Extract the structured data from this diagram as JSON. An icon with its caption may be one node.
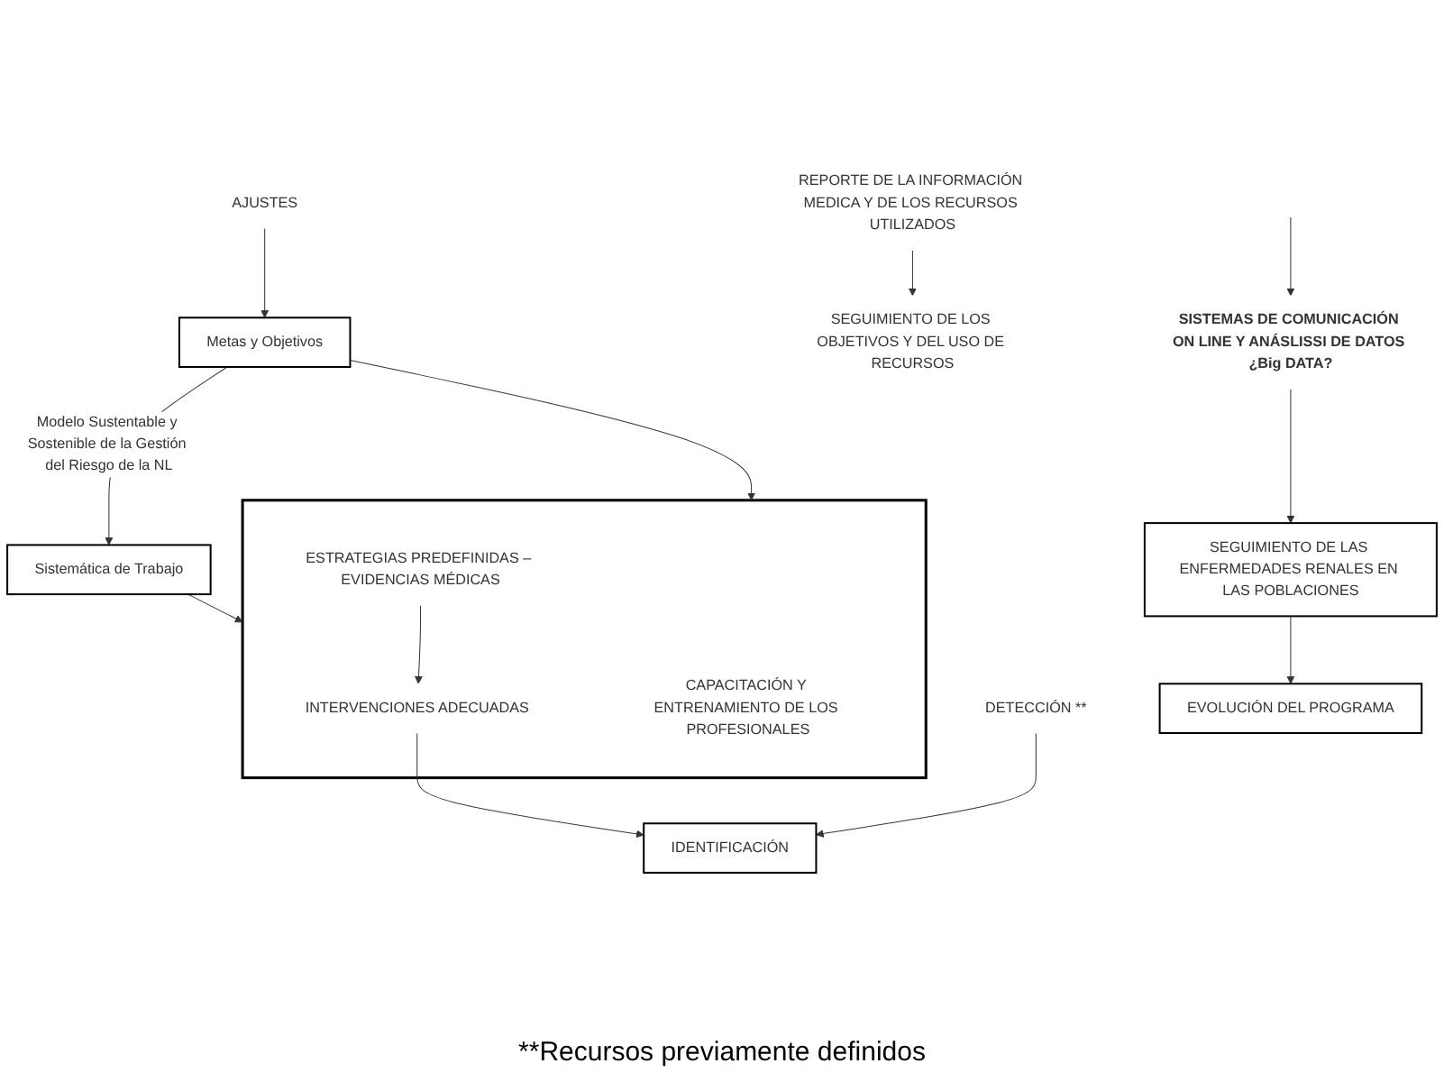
{
  "diagram": {
    "nodes": [
      {
        "text": [
          "Metas y Objetivos"
        ]
      },
      {
        "text": [
          "Sistemática de Trabajo"
        ]
      },
      {
        "text": [
          "DETECCIÓN **"
        ]
      },
      {
        "text": [
          "IDENTIFICACIÓN"
        ]
      },
      {
        "text": [],
        "shape": "box"
      },
      {
        "text": [
          "INTERVENCIONES ADECUADAS"
        ],
        "in": 4
      },
      {
        "text": [
          "ESTRATEGIAS PREDEFINIDAS – EVIDENCIAS MÉDICAS"
        ],
        "in": 4
      },
      {
        "text": [
          "CAPACITACIÓN Y ENTRENAMIENTO DE LOS PROFESIONALES"
        ],
        "in": 4
      },
      {
        "text": [
          "REPORTE DE LA INFORMACIÓN MEDICA Y DE LOS RECURSOS UTILIZADOS"
        ]
      },
      {
        "text": [
          "SEGUIMIENTO DE LOS OBJETIVOS Y DEL USO DE RECURSOS"
        ]
      },
      {
        "text": [
          "SISTEMAS DE COMUNICACIÓN ON LINE Y ANÁSLISSI DE DATOS ¿Big DATA?"
        ]
      },
      {
        "text": [
          "SEGUIMIENTO DE LAS ENFERMEDADES RENALES EN LAS POBLACIONES"
        ]
      },
      {
        "text": [
          "EVOLUCIÓN DEL PROGRAMA"
        ]
      },
      {
        "text": [
          "AJUSTES"
        ]
      }
    ],
    "edges": [
      {
        "from": 0,
        "to": 1,
        "arrow": "to",
        "label": "Modelo Sustentable y Sostenible de la Gestión del Riesgo de la NL"
      },
      {
        "from": 1,
        "to": 4,
        "arrow": "to"
      },
      {
        "from": 2,
        "to": 3,
        "arrow": "to"
      },
      {
        "from": 5,
        "to": 3,
        "arrow": "to"
      },
      {
        "from": 0,
        "to": 4,
        "arrow": "to"
      },
      {
        "from": 6,
        "to": 5,
        "arrow": "to"
      },
      {
        "from": 8,
        "to": 9,
        "arrow": "to"
      },
      {
        "from": null,
        "to": 10,
        "arrow": "to"
      },
      {
        "from": 10,
        "to": 11,
        "arrow": "to"
      },
      {
        "from": 11,
        "to": 12,
        "arrow": "to"
      },
      {
        "from": 13,
        "to": 0,
        "arrow": "to"
      }
    ],
    "labels": [
      "**Recursos previamente definidos"
    ]
  }
}
